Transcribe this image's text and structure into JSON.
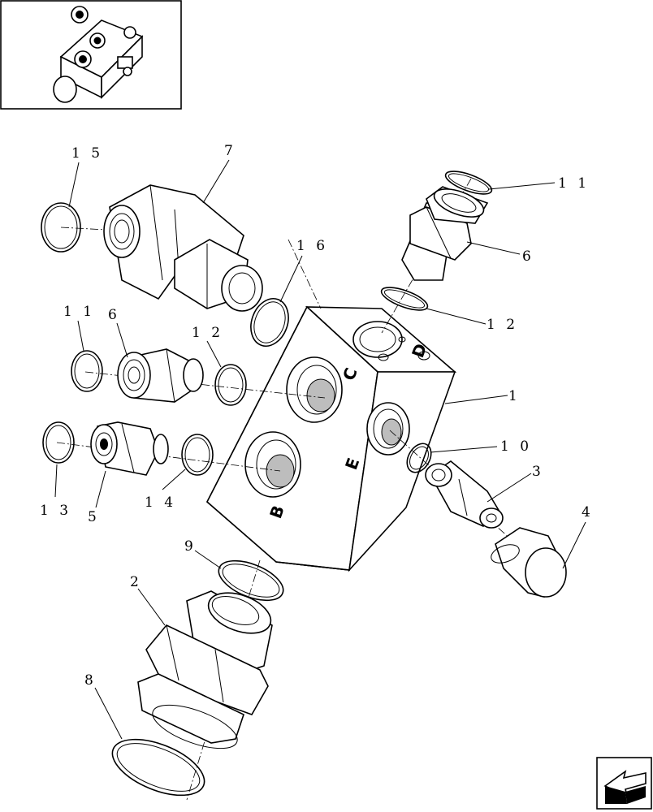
{
  "callouts": {
    "c1": "1",
    "c2": "2",
    "c3": "3",
    "c4": "4",
    "c5": "5",
    "c6a": "6",
    "c6b": "6",
    "c7": "7",
    "c8": "8",
    "c9": "9",
    "c10": "1 0",
    "c11a": "1 1",
    "c11b": "1 1",
    "c12a": "1 2",
    "c12b": "1 2",
    "c13": "1 3",
    "c14": "1 4",
    "c15": "1 5",
    "c16": "1 6"
  },
  "ports": {
    "b": "B",
    "c": "C",
    "e": "E",
    "d": "D"
  }
}
